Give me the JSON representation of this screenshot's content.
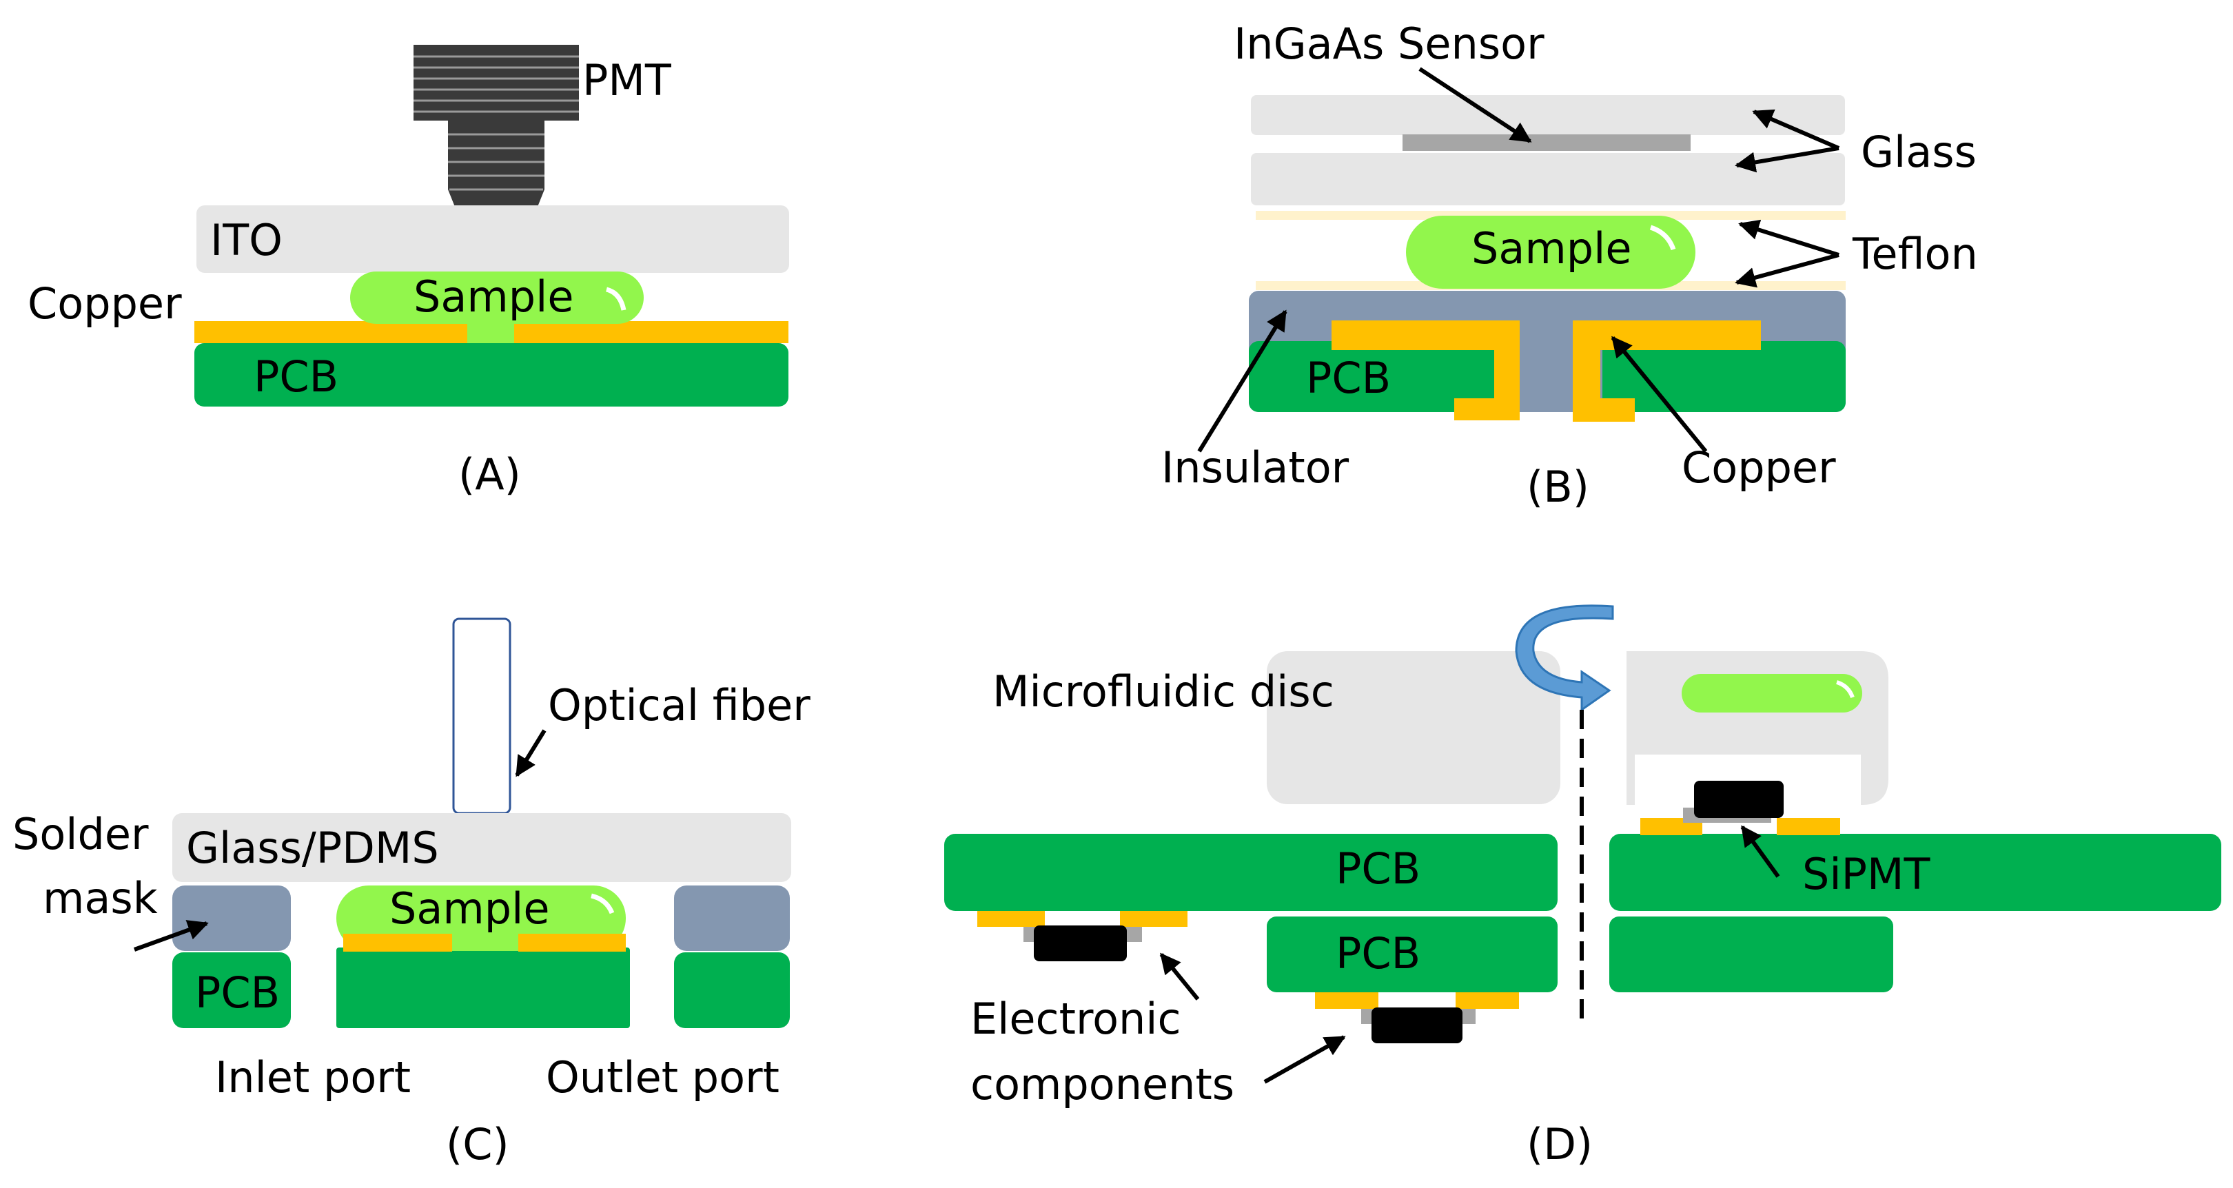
{
  "colors": {
    "pcb": "#00b050",
    "copper": "#ffc000",
    "sample": "#92f64c",
    "light_gray": "#e6e6e6",
    "insulator": "#8497b0",
    "teflon": "#fff2cc",
    "component": "#000000",
    "arrow_blue": "#2e75b6"
  },
  "panel_a": {
    "caption": "(A)",
    "labels": {
      "pmt": "PMT",
      "ito": "ITO",
      "copper": "Copper",
      "sample": "Sample",
      "pcb": "PCB"
    }
  },
  "panel_b": {
    "caption": "(B)",
    "labels": {
      "sensor": "InGaAs Sensor",
      "glass": "Glass",
      "sample": "Sample",
      "teflon": "Teflon",
      "pcb": "PCB",
      "insulator": "Insulator",
      "copper": "Copper"
    }
  },
  "panel_c": {
    "caption": "(C)",
    "labels": {
      "optical_fiber": "Optical fiber",
      "solder_line1": "Solder",
      "solder_line2": "mask",
      "glass_pdms": "Glass/PDMS",
      "sample": "Sample",
      "pcb": "PCB",
      "inlet": "Inlet port",
      "outlet": "Outlet port"
    }
  },
  "panel_d": {
    "caption": "(D)",
    "labels": {
      "disc": "Microfluidic disc",
      "pcb_top": "PCB",
      "pcb_bottom": "PCB",
      "sipmt": "SiPMT",
      "electronic_line1": "Electronic",
      "electronic_line2": "components"
    }
  }
}
